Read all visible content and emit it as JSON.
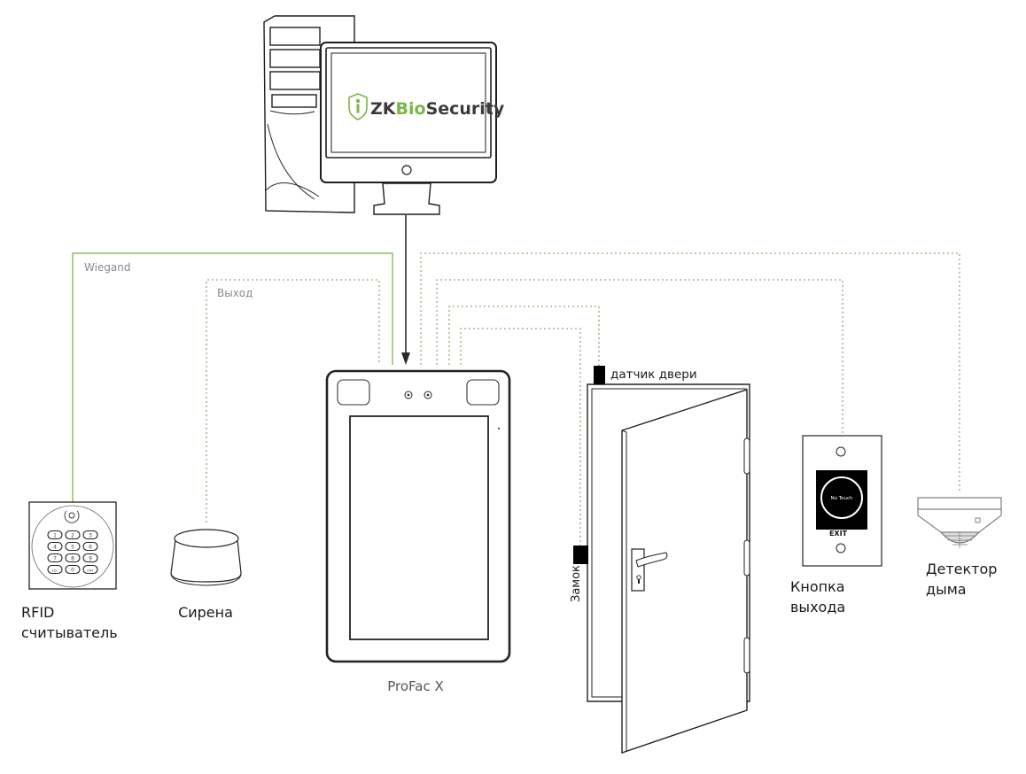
{
  "software": {
    "name_prefix": "ZK",
    "name_bio": "Bio",
    "name_suffix": "Security",
    "brand_green": "#7ab648",
    "brand_dark": "#3a3a3a"
  },
  "wires": {
    "wiegand_label": "Wiegand",
    "output_label": "Выход",
    "wiegand_color": "#8dbb5a",
    "dotted_color": "#a8b98a"
  },
  "devices": {
    "main": {
      "label": "ProFac X"
    },
    "rfid": {
      "label_line1": "RFID",
      "label_line2": "считыватель",
      "keys": [
        "1",
        "2",
        "3",
        "4",
        "5",
        "6",
        "7",
        "8",
        "9",
        "ESC",
        "0",
        "ENT"
      ]
    },
    "siren": {
      "label": "Сирена"
    },
    "door_sensor": {
      "label": "датчик двери"
    },
    "lock": {
      "label": "Замок"
    },
    "exit_button": {
      "label_line1": "Кнопка",
      "label_line2": "выхода",
      "face_text": "No Touch",
      "exit_text": "EXIT"
    },
    "smoke_detector": {
      "label_line1": "Детектор",
      "label_line2": "дыма"
    }
  }
}
